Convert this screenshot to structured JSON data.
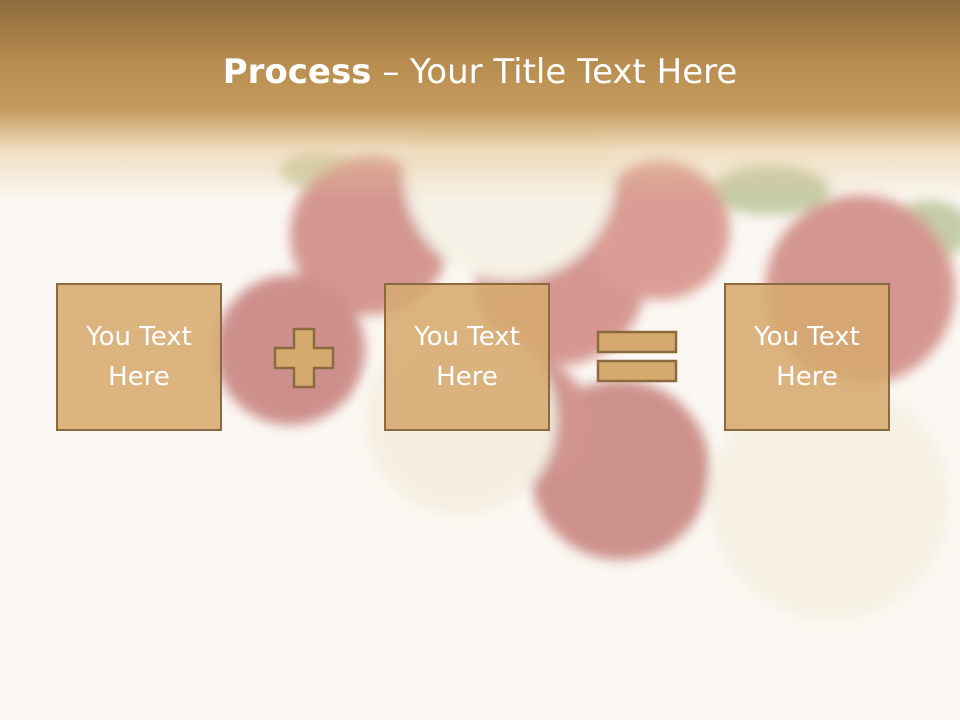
{
  "slide": {
    "title_bold": "Process",
    "title_rest": " – Your Title Text Here"
  },
  "process": {
    "box1": "You Text Here",
    "operator1_icon": "plus-icon",
    "box2": "You Text Here",
    "operator2_icon": "equals-icon",
    "box3": "You Text Here"
  },
  "colors": {
    "header": "#b88d50",
    "box_fill": "#d6aa6e",
    "box_border": "#8a6a3e",
    "text": "#ffffff"
  }
}
